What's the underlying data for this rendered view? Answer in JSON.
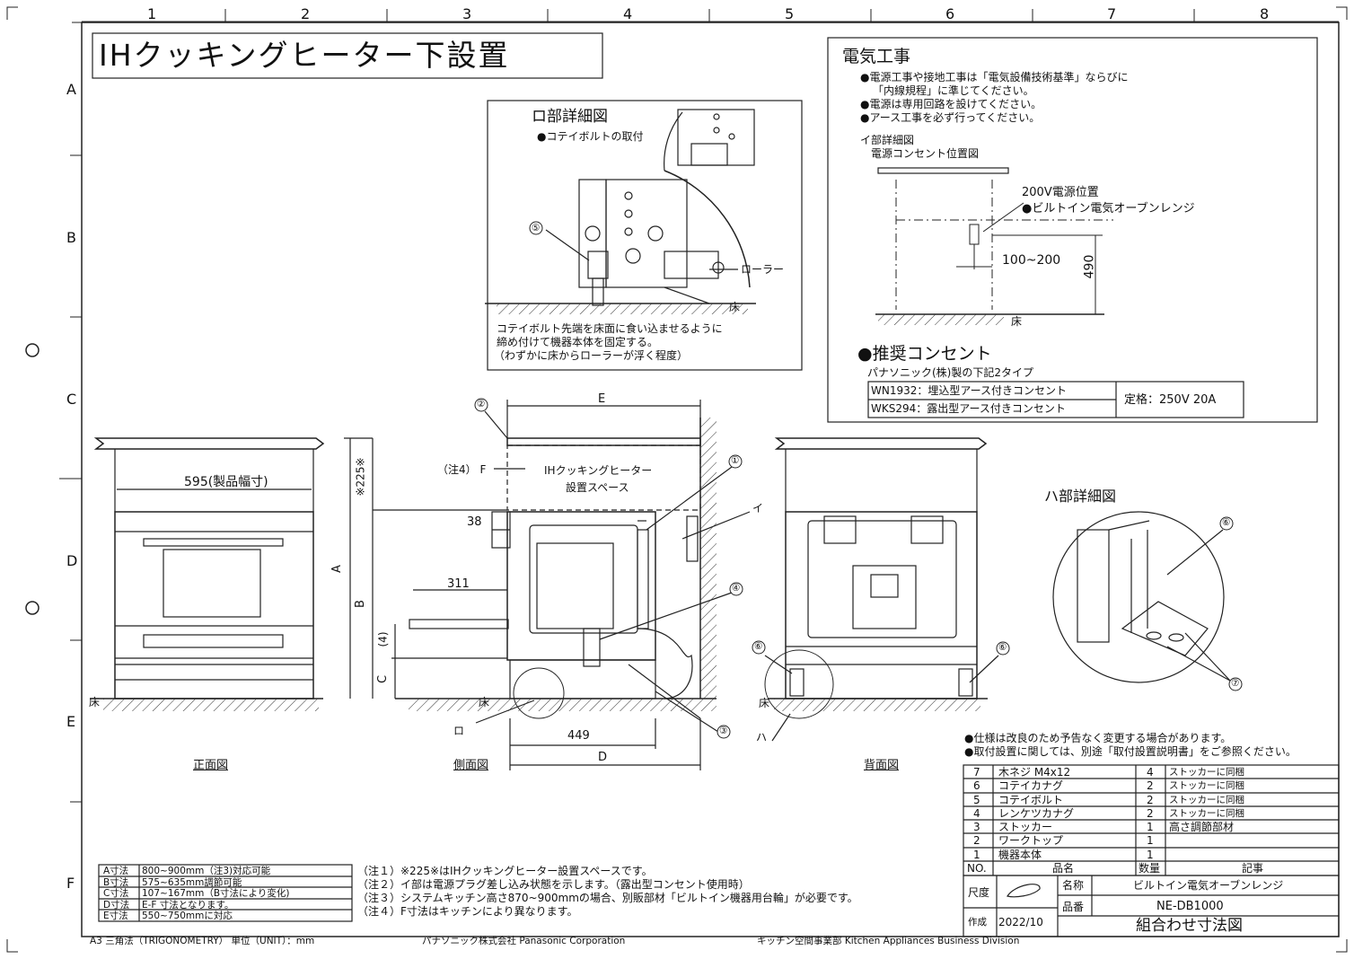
{
  "title": "IHクッキングヒーター下設置",
  "grid": {
    "cols": [
      "1",
      "2",
      "3",
      "4",
      "5",
      "6",
      "7",
      "8"
    ],
    "rows": [
      "A",
      "B",
      "C",
      "D",
      "E",
      "F"
    ]
  },
  "detail_ro": {
    "title": "ロ部詳細図",
    "bullet": "●コテイボルトの取付",
    "callout": "⑤",
    "roller": "ローラー",
    "floor": "床",
    "notes": [
      "コテイボルト先端を床面に食い込ませるように",
      "締め付けて機器本体を固定する。",
      "（わずかに床からローラーが浮く程度）"
    ]
  },
  "electrical": {
    "title": "電気工事",
    "lines": [
      "●電源工事や接地工事は「電気設備技術基準」ならびに",
      "「内線規程」に準じてください。",
      "●電源は専用回路を設けてください。",
      "●アース工事を必ず行ってください。"
    ],
    "detail_i_title": "イ部詳細図",
    "outlet_pos_title": "電源コンセント位置図",
    "power_pos": "200V電源位置",
    "oven_label": "●ビルトイン電気オーブンレンジ",
    "dim_100_200": "100~200",
    "dim_490": "490",
    "floor": "床",
    "recommended_title": "●推奨コンセント",
    "recommended_sub": "パナソニック(株)製の下記2タイプ",
    "outlets": [
      "WN1932：埋込型アース付きコンセント",
      "WKS294：露出型アース付きコンセント"
    ],
    "rating": "定格：250V  20A"
  },
  "front_view": {
    "label": "正面図",
    "width": "595(製品幅寸)",
    "floor": "床"
  },
  "side_view": {
    "label": "側面図",
    "E": "E",
    "F": "（注4） F",
    "space": [
      "IHクッキングヒーター",
      "設置スペース"
    ],
    "d38": "38",
    "d311": "311",
    "d449": "449",
    "D": "D",
    "A": "A",
    "B": "B",
    "C": "C",
    "d4": "(4)",
    "d225": "※225※",
    "floor": "床",
    "callouts": [
      "①",
      "②",
      "③",
      "④",
      "イ",
      "ロ"
    ]
  },
  "back_view": {
    "label": "背面図",
    "floor": "床",
    "callouts": [
      "⑥",
      "⑥",
      "ハ"
    ]
  },
  "detail_ha": {
    "title": "ハ部詳細図",
    "callouts": [
      "⑥",
      "⑦"
    ]
  },
  "spec_notes": [
    "●仕様は改良のため予告なく変更する場合があります。",
    "●取付設置に関しては、別途「取付設置説明書」をご参照ください。"
  ],
  "parts": {
    "headers": [
      "NO.",
      "品名",
      "数量",
      "記事"
    ],
    "rows": [
      [
        "7",
        "木ネジ M4x12",
        "4",
        "ストッカーに同梱"
      ],
      [
        "6",
        "コテイカナグ",
        "2",
        "ストッカーに同梱"
      ],
      [
        "5",
        "コテイボルト",
        "2",
        "ストッカーに同梱"
      ],
      [
        "4",
        "レンケツカナグ",
        "2",
        "ストッカーに同梱"
      ],
      [
        "3",
        "ストッカー",
        "1",
        "高さ調節部材"
      ],
      [
        "2",
        "ワークトップ",
        "1",
        ""
      ],
      [
        "1",
        "機器本体",
        "1",
        ""
      ]
    ]
  },
  "title_block": {
    "scale_label": "尺度",
    "name_label": "名称",
    "name_value": "ビルトイン電気オーブンレンジ",
    "part_label": "品番",
    "part_value": "NE-DB1000",
    "made_label": "作成",
    "date": "2022/10",
    "drawing_title": "組合わせ寸法図"
  },
  "dims_table": [
    [
      "A寸法",
      "800~900mm（注3)対応可能"
    ],
    [
      "B寸法",
      "575~635mm調節可能"
    ],
    [
      "C寸法",
      "107~167mm（B寸法により変化)"
    ],
    [
      "D寸法",
      "E-F  寸法となります。"
    ],
    [
      "E寸法",
      "550~750mmに対応"
    ]
  ],
  "footnotes": [
    "（注１）※225※はIHクッキングヒーター設置スペースです。",
    "（注２）イ部は電源プラグ差し込み状態を示します。（露出型コンセント使用時）",
    "（注３）システムキッチン高さ870~900mmの場合、別販部材「ビルトイン機器用台輪」が必要です。",
    "（注４）F寸法はキッチンにより異なります。"
  ],
  "footer": {
    "paper": "A3  三角法（TRIGONOMETRY）  単位（UNIT）：mm",
    "company": "パナソニック株式会社  Panasonic Corporation",
    "division": "キッチン空間事業部  Kitchen Appliances Business Division"
  }
}
